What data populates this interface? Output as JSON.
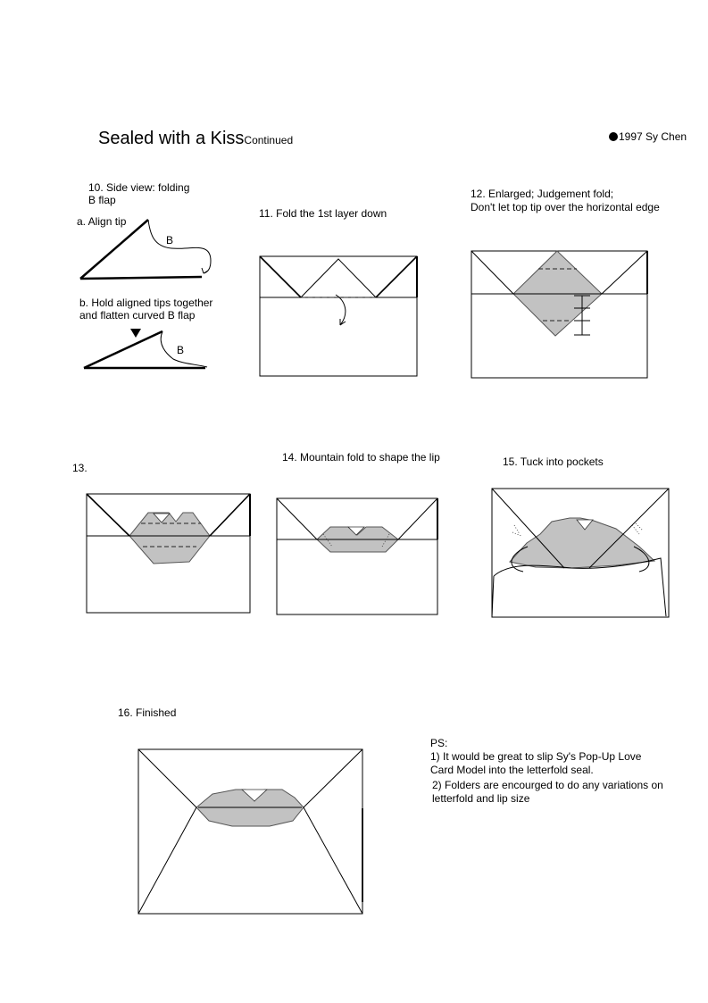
{
  "header": {
    "title": "Sealed with a Kiss",
    "subtitle": "Continued",
    "copyright": "1997 Sy Chen"
  },
  "steps": {
    "s10": {
      "title_l1": "10. Side view: folding",
      "title_l2": "B flap",
      "a": "a. Align tip",
      "b_l1": "b. Hold aligned tips together",
      "b_l2": "and flatten curved B flap",
      "flap_label": "B"
    },
    "s11": {
      "title": "11. Fold the 1st layer down"
    },
    "s12": {
      "title_l1": "12. Enlarged; Judgement fold;",
      "title_l2": "Don't let top tip over the horizontal edge"
    },
    "s13": {
      "title": "13."
    },
    "s14": {
      "title": "14. Mountain fold to shape the lip"
    },
    "s15": {
      "title": "15. Tuck into pockets"
    },
    "s16": {
      "title": "16. Finished"
    }
  },
  "ps": {
    "heading": "PS:",
    "line1": "1) It would be great to slip Sy's Pop-Up Love",
    "line2": "Card Model into the letterfold seal.",
    "line3": "2) Folders are encourged to do any variations on",
    "line4": "letterfold and lip size"
  },
  "colors": {
    "fill_grey": "#c2c2c2",
    "ink": "#000000"
  }
}
